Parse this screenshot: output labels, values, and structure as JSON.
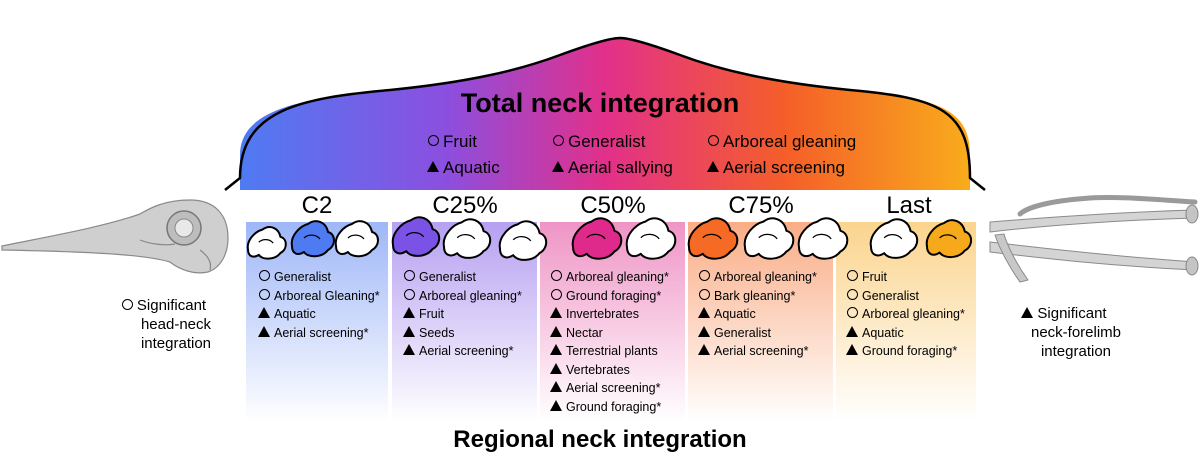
{
  "total": {
    "title": "Total neck integration",
    "items": [
      {
        "symbol": "circle",
        "label": "Fruit"
      },
      {
        "symbol": "circle",
        "label": "Generalist"
      },
      {
        "symbol": "circle",
        "label": "Arboreal gleaning"
      },
      {
        "symbol": "triangle",
        "label": "Aquatic"
      },
      {
        "symbol": "triangle",
        "label": "Aerial sallying"
      },
      {
        "symbol": "triangle",
        "label": "Aerial screening"
      }
    ]
  },
  "regional": {
    "title": "Regional neck integration",
    "panels": [
      {
        "label": "C2",
        "color": "#4f7bf2",
        "items": [
          {
            "symbol": "circle",
            "label": "Generalist"
          },
          {
            "symbol": "circle",
            "label": "Arboreal Gleaning*"
          },
          {
            "symbol": "triangle",
            "label": "Aquatic"
          },
          {
            "symbol": "triangle",
            "label": "Aerial screening*"
          }
        ]
      },
      {
        "label": "C25%",
        "color": "#7a52e6",
        "items": [
          {
            "symbol": "circle",
            "label": "Generalist"
          },
          {
            "symbol": "circle",
            "label": "Arboreal gleaning*"
          },
          {
            "symbol": "triangle",
            "label": "Fruit"
          },
          {
            "symbol": "triangle",
            "label": "Seeds"
          },
          {
            "symbol": "triangle",
            "label": "Aerial screening*"
          }
        ]
      },
      {
        "label": "C50%",
        "color": "#df2a8c",
        "items": [
          {
            "symbol": "circle",
            "label": "Arboreal gleaning*"
          },
          {
            "symbol": "circle",
            "label": "Ground foraging*"
          },
          {
            "symbol": "triangle",
            "label": "Invertebrates"
          },
          {
            "symbol": "triangle",
            "label": "Nectar"
          },
          {
            "symbol": "triangle",
            "label": "Terrestrial plants"
          },
          {
            "symbol": "triangle",
            "label": "Vertebrates"
          },
          {
            "symbol": "triangle",
            "label": "Aerial screening*"
          },
          {
            "symbol": "triangle",
            "label": "Ground foraging*"
          }
        ]
      },
      {
        "label": "C75%",
        "color": "#f56a24",
        "items": [
          {
            "symbol": "circle",
            "label": "Arboreal gleaning*"
          },
          {
            "symbol": "circle",
            "label": "Bark gleaning*"
          },
          {
            "symbol": "triangle",
            "label": "Aquatic"
          },
          {
            "symbol": "triangle",
            "label": "Generalist"
          },
          {
            "symbol": "triangle",
            "label": "Aerial screening*"
          }
        ]
      },
      {
        "label": "Last",
        "color": "#f7a91c",
        "items": [
          {
            "symbol": "circle",
            "label": "Fruit"
          },
          {
            "symbol": "circle",
            "label": "Generalist"
          },
          {
            "symbol": "circle",
            "label": "Arboreal gleaning*"
          },
          {
            "symbol": "triangle",
            "label": "Aquatic"
          },
          {
            "symbol": "triangle",
            "label": "Ground foraging*"
          }
        ]
      }
    ]
  },
  "legend": {
    "head_neck": {
      "symbol": "circle",
      "line1": "Significant",
      "line2": "head-neck",
      "line3": "integration"
    },
    "neck_forelimb": {
      "symbol": "triangle",
      "line1": "Significant",
      "line2": "neck-forelimb",
      "line3": "integration"
    }
  },
  "colors": {
    "gradient": [
      "#4f7bf2",
      "#7a52e6",
      "#df2a8c",
      "#f56a24",
      "#f7a91c"
    ]
  },
  "icons": [
    "bird-skull-icon",
    "vertebra-icon",
    "forelimb-bones-icon",
    "circle-marker-icon",
    "triangle-marker-icon"
  ]
}
